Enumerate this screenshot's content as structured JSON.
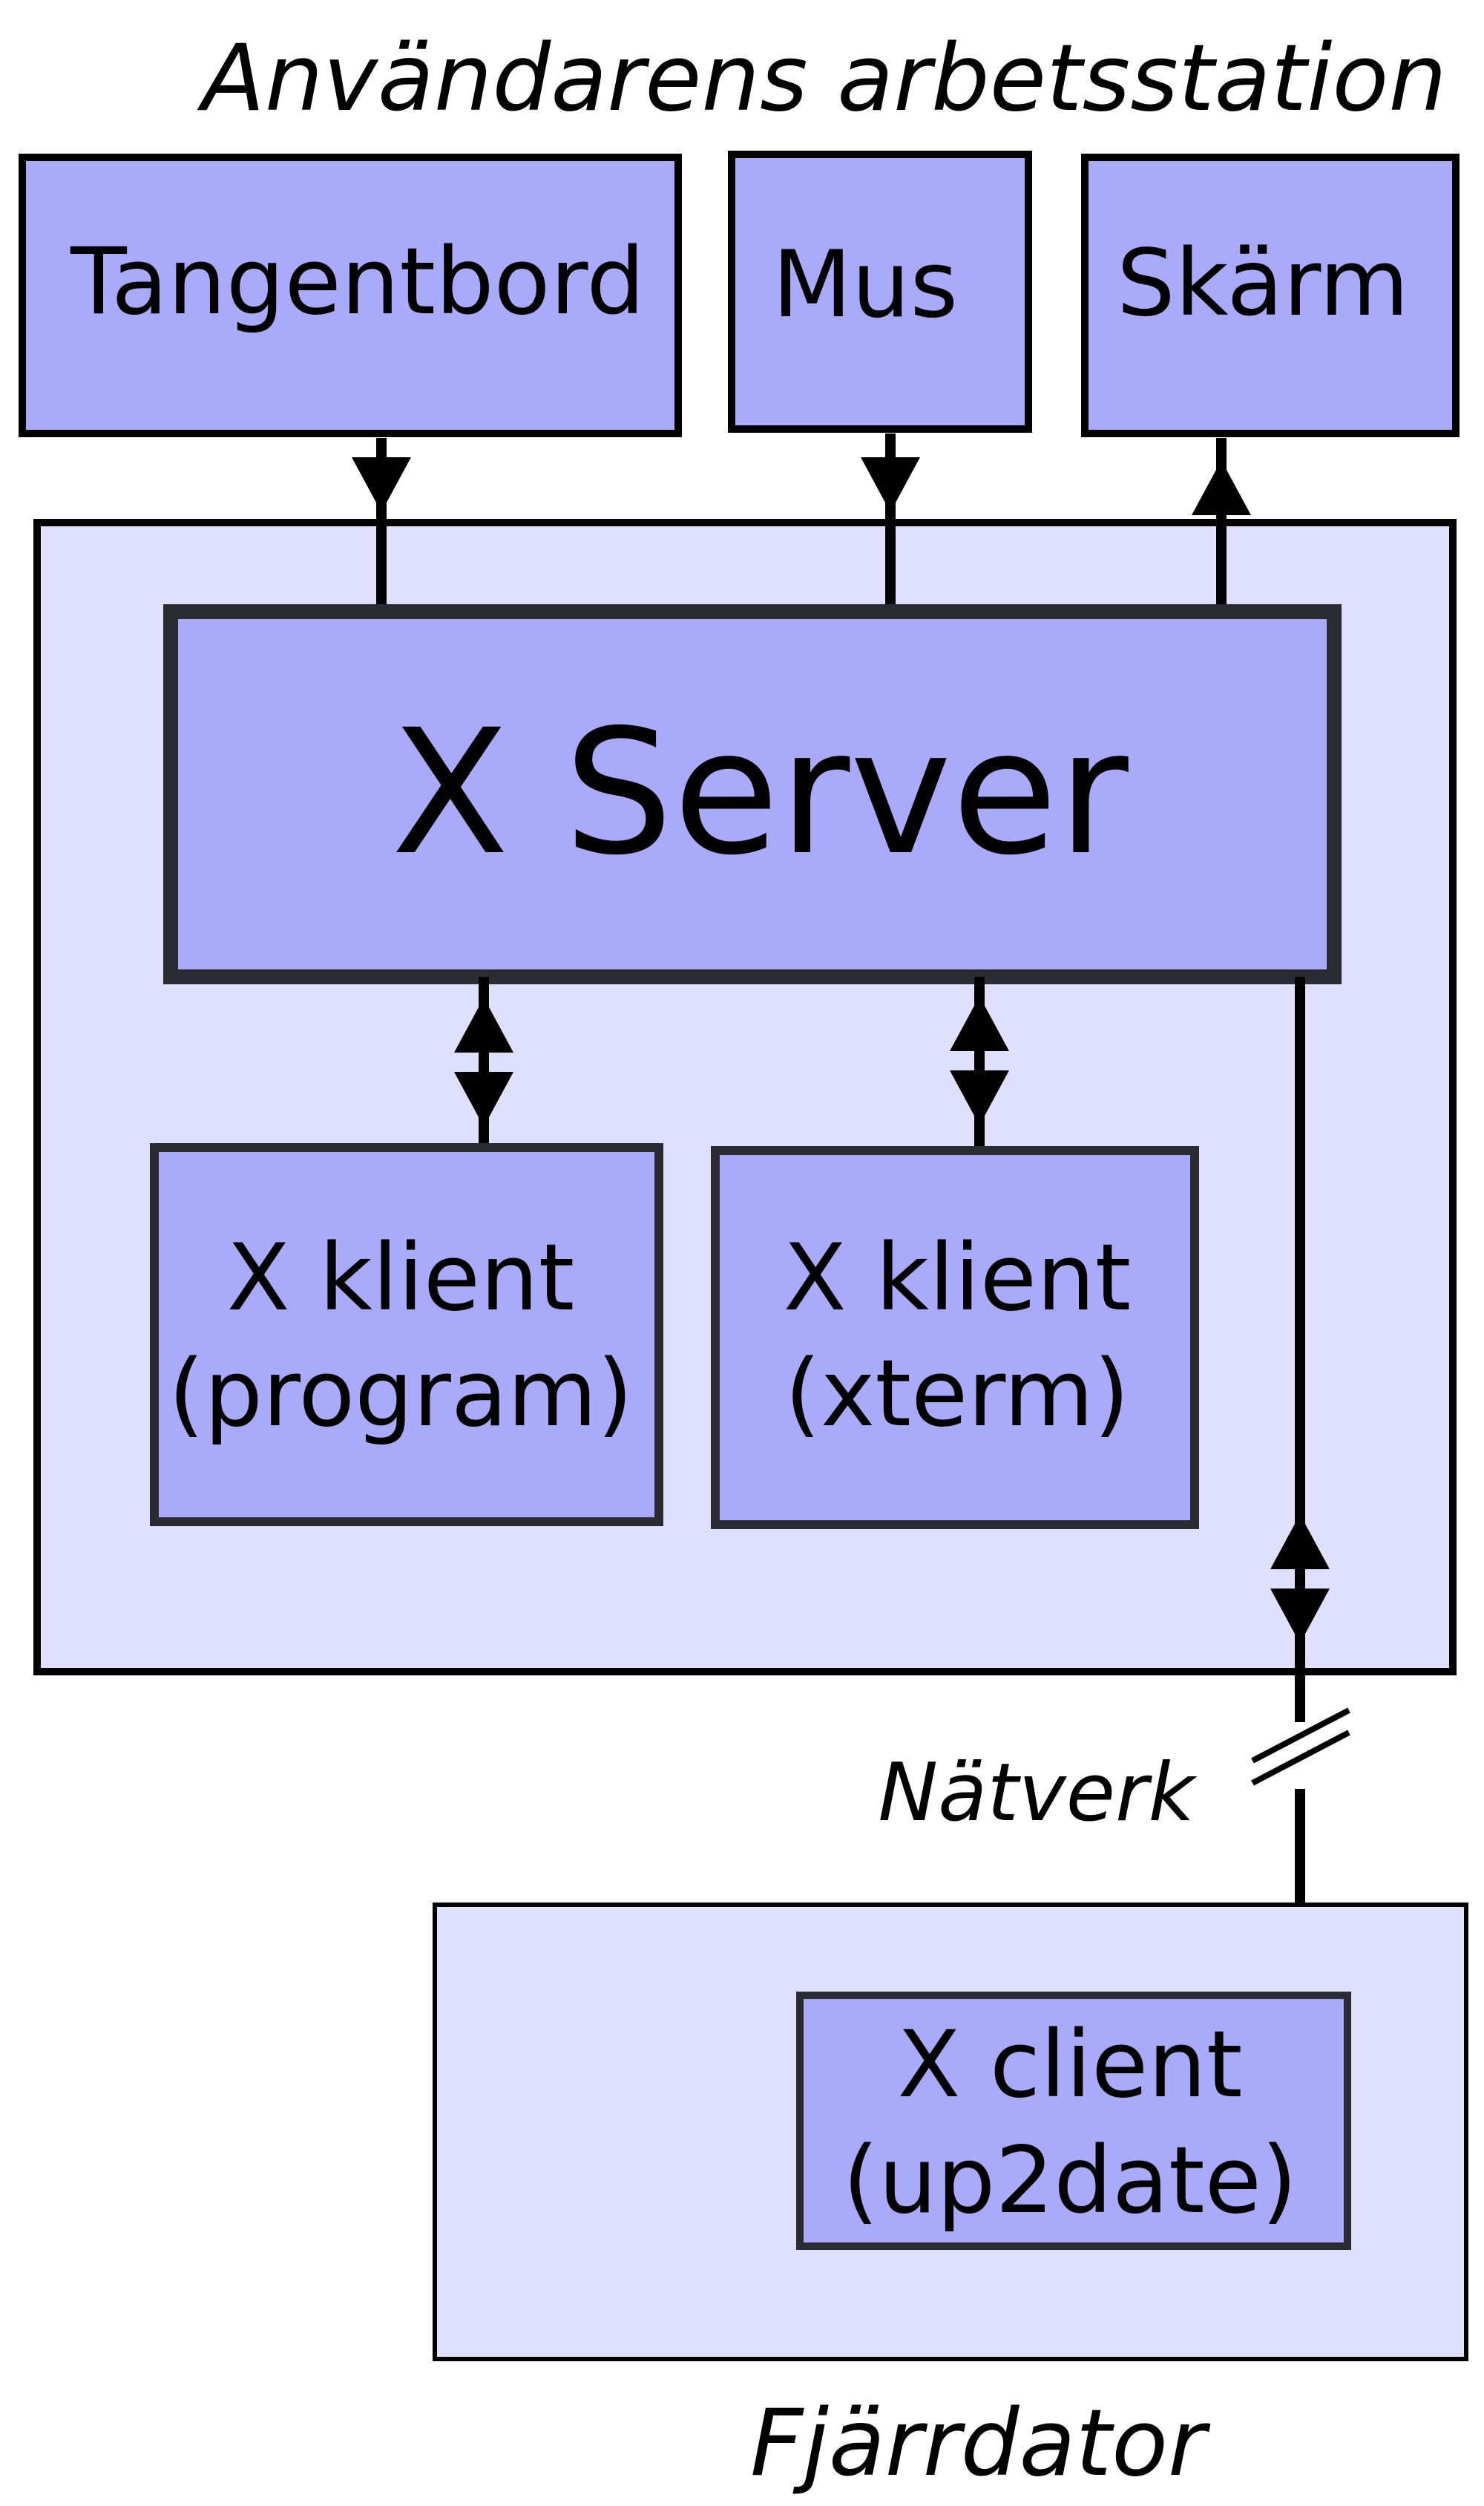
{
  "workstation": {
    "title": "Användarens arbetsstation",
    "devices": {
      "keyboard": "Tangentbord",
      "mouse": "Mus",
      "screen": "Skärm"
    },
    "server": "X Server",
    "client_program": {
      "line1": "X klient",
      "line2": "(program)"
    },
    "client_xterm": {
      "line1": "X klient",
      "line2": "(xterm)"
    }
  },
  "network": {
    "label": "Nätverk"
  },
  "remote": {
    "title": "Fjärrdator",
    "client": {
      "line1": "X client",
      "line2": "(up2date)"
    }
  },
  "colors": {
    "container_fill": "#dfe0fe",
    "box_fill": "#a9aafa",
    "stroke": "#000000",
    "box_stroke": "#2b2b33"
  }
}
